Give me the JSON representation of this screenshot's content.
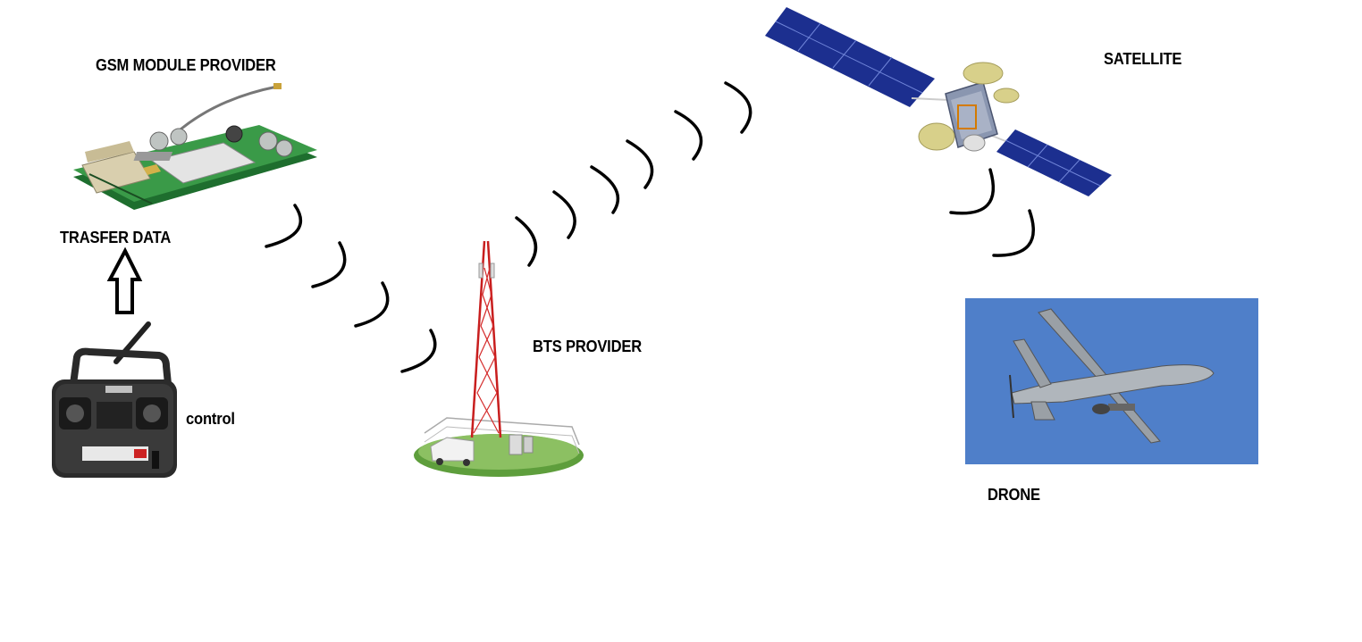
{
  "labels": {
    "gsm_module_provider": "GSM MODULE PROVIDER",
    "transfer_data": "TRASFER DATA",
    "control": "control",
    "bts_provider": "BTS PROVIDER",
    "satellite": "SATELLITE",
    "drone": "DRONE"
  },
  "colors": {
    "sky": "#4f7fc9",
    "pcb": "#2e8b3e",
    "tower_red": "#d22020",
    "solar_panel": "#1c2f8f",
    "dish": "#d8d08a",
    "signal": "#000000"
  },
  "icons": [
    "gsm-module-image",
    "up-arrow-icon",
    "rc-transmitter-image",
    "bts-tower-image",
    "satellite-image",
    "drone-image",
    "signal-wave-icon"
  ]
}
